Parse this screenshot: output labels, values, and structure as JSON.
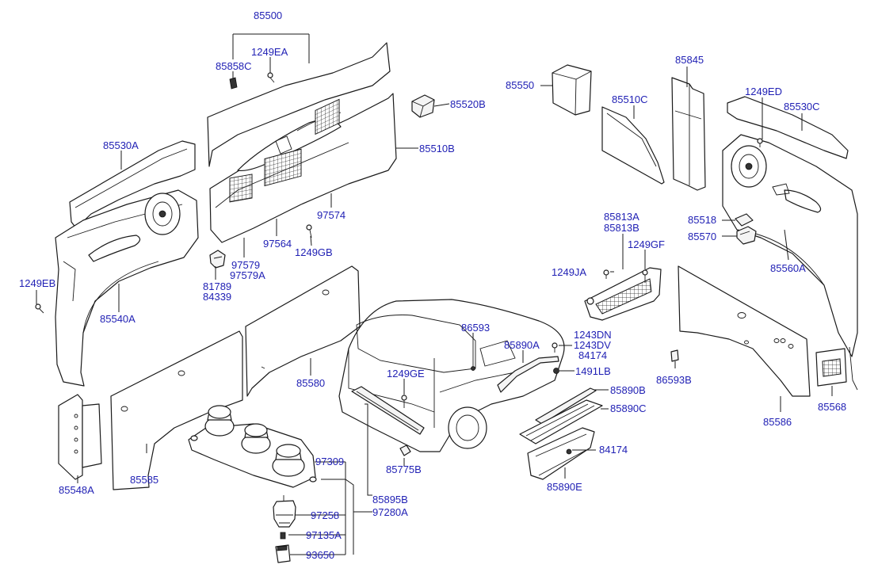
{
  "diagram": {
    "labels": {
      "p85500": "85500",
      "p1249EA": "1249EA",
      "p85858C": "85858C",
      "p85520B": "85520B",
      "p85530A": "85530A",
      "p85510B": "85510B",
      "p97574": "97574",
      "p97564": "97564",
      "p1249GB": "1249GB",
      "p97579": "97579",
      "p97579A": "97579A",
      "p81789": "81789",
      "p84339": "84339",
      "p1249EB": "1249EB",
      "p85540A": "85540A",
      "p85580": "85580",
      "p85585": "85585",
      "p85548A": "85548A",
      "p97309": "97309",
      "p97258": "97258",
      "p97280A": "97280A",
      "p97135A": "97135A",
      "p93650": "93650",
      "p85550": "85550",
      "p85510C": "85510C",
      "p85845": "85845",
      "p1249ED": "1249ED",
      "p85530C": "85530C",
      "p85518": "85518",
      "p85570": "85570",
      "p85560A": "85560A",
      "p85813A": "85813A",
      "p85813B": "85813B",
      "p1249GF": "1249GF",
      "p1249JA": "1249JA",
      "p86593": "86593",
      "p85890A": "85890A",
      "p1243DN": "1243DN",
      "p1243DV": "1243DV",
      "p84174a": "84174",
      "p1491LB": "1491LB",
      "p1249GE": "1249GE",
      "p85890B": "85890B",
      "p85890C": "85890C",
      "p84174b": "84174",
      "p85890E": "85890E",
      "p85775B": "85775B",
      "p85895B": "85895B",
      "p86593B": "86593B",
      "p85586": "85586",
      "p85568": "85568"
    },
    "colors": {
      "label": "#1f1fb4",
      "line": "#1a1a1a",
      "background": "#ffffff"
    }
  }
}
